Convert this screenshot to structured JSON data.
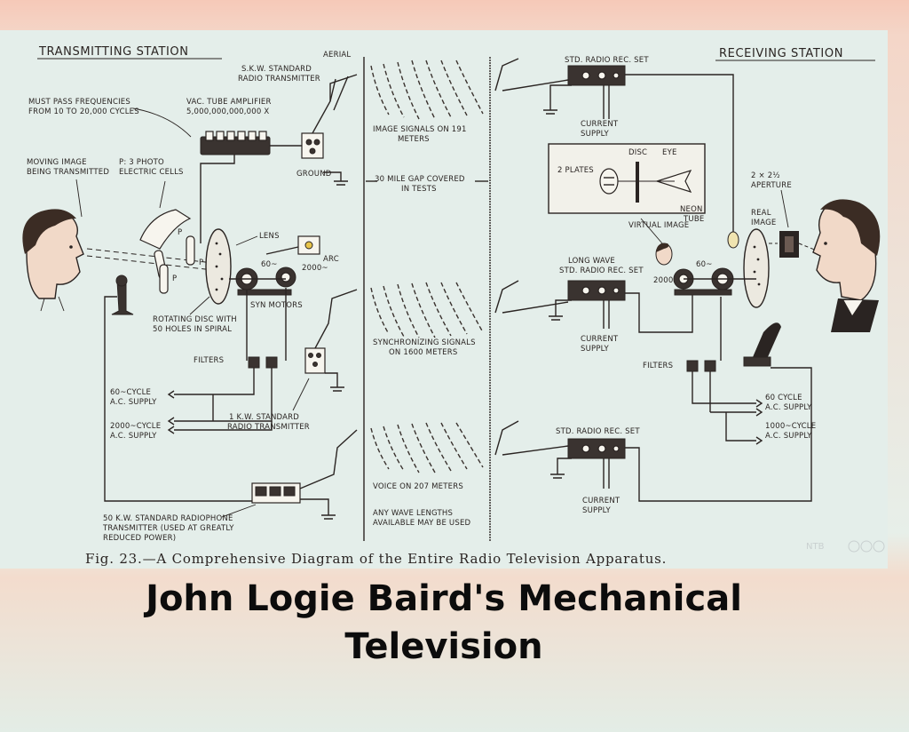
{
  "headers": {
    "transmitting": "TRANSMITTING STATION",
    "receiving": "RECEIVING STATION"
  },
  "tx_labels": {
    "frequencies": [
      "MUST PASS FREQUENCIES",
      "FROM 10 TO 20,000 CYCLES"
    ],
    "amplifier": [
      "VAC. TUBE AMPLIFIER",
      "5,000,000,000,000 X"
    ],
    "skw": [
      "S.K.W. STANDARD",
      "RADIO TRANSMITTER"
    ],
    "aerial": "AERIAL",
    "ground": "GROUND",
    "moving_image": [
      "MOVING IMAGE",
      "BEING TRANSMITTED"
    ],
    "photocells": [
      "P: 3 PHOTO",
      "ELECTRIC CELLS"
    ],
    "lens": "LENS",
    "arc": "ARC",
    "freq_60": "60~",
    "freq_2000": "2000~",
    "syn_motors": "SYN MOTORS",
    "rotating_disc": [
      "ROTATING DISC WITH",
      "50 HOLES IN SPIRAL"
    ],
    "filters": "FILTERS",
    "ac_60": [
      "60~CYCLE",
      "A.C. SUPPLY"
    ],
    "ac_2000": [
      "2000~CYCLE",
      "A.C. SUPPLY"
    ],
    "one_kw": [
      "1 K.W. STANDARD",
      "RADIO TRANSMITTER"
    ],
    "fifty_kw": [
      "50 K.W. STANDARD RADIOPHONE",
      "TRANSMITTER (USED AT GREATLY",
      "REDUCED POWER)"
    ],
    "p": "P"
  },
  "gap_labels": {
    "image_signals": [
      "IMAGE SIGNALS ON 191",
      "METERS"
    ],
    "gap": [
      "30 MILE GAP COVERED",
      "IN TESTS"
    ],
    "sync": [
      "SYNCHRONIZING SIGNALS",
      "ON 1600 METERS"
    ],
    "voice": "VOICE ON 207 METERS",
    "any_wave": [
      "ANY WAVE LENGTHS",
      "AVAILABLE MAY BE USED"
    ]
  },
  "rx_labels": {
    "std_set": "STD. RADIO REC. SET",
    "std_set_2": "STD. RADIO REC. SET",
    "current_supply": [
      "CURRENT",
      "SUPPLY"
    ],
    "plates": "2 PLATES",
    "disc": "DISC",
    "eye": "EYE",
    "neon": [
      "NEON",
      "TUBE"
    ],
    "virtual_image": "VIRTUAL IMAGE",
    "real_image": [
      "REAL",
      "IMAGE"
    ],
    "aperture": [
      "2 × 2½",
      "APERTURE"
    ],
    "long_wave": [
      "LONG WAVE",
      "STD. RADIO REC. SET"
    ],
    "freq_2000": "2000",
    "freq_60": "60~",
    "filters": "FILTERS",
    "ac_60": [
      "60 CYCLE",
      "A.C. SUPPLY"
    ],
    "ac_1000": [
      "1000~CYCLE",
      "A.C. SUPPLY"
    ]
  },
  "caption": "Fig. 23.—A Comprehensive Diagram of the Entire Radio Television Apparatus.",
  "watermark": "NTB",
  "title": [
    "John Logie Baird's Mechanical",
    "Television"
  ]
}
